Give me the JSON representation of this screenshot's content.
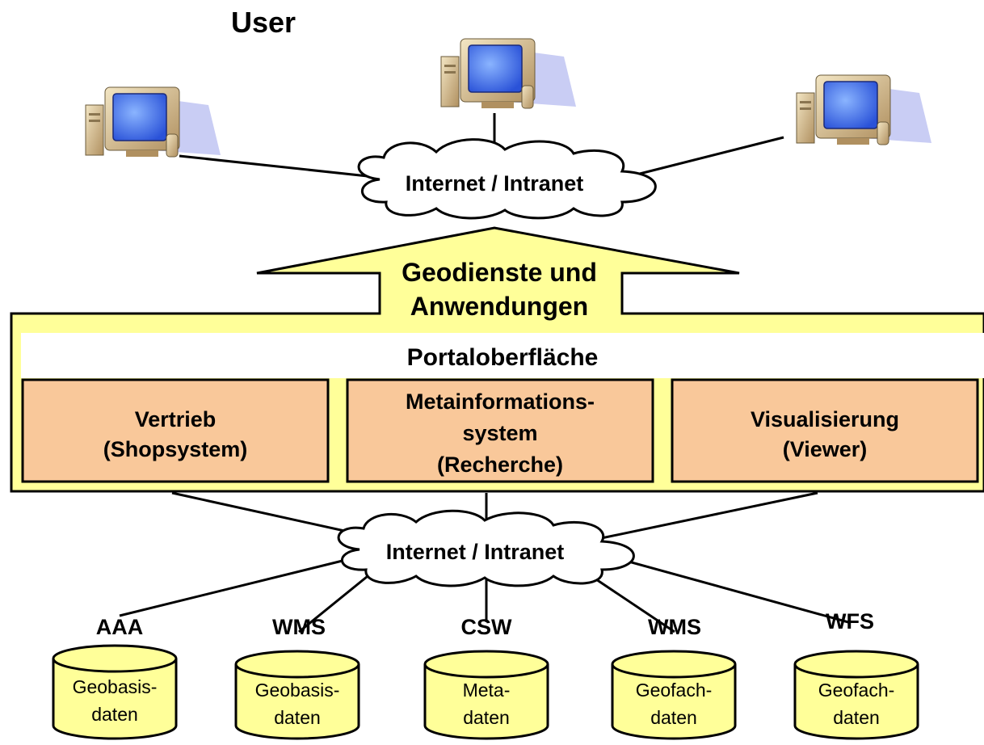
{
  "title": "User",
  "cloud_top_label": "Internet / Intranet",
  "cloud_bottom_label": "Internet / Intranet",
  "arrow_label_line1": "Geodienste und",
  "arrow_label_line2": "Anwendungen",
  "portal_label": "Portaloberfläche",
  "modules": [
    {
      "line1": "Vertrieb",
      "line2": "(Shopsystem)",
      "line3": ""
    },
    {
      "line1": "Metainformations-",
      "line2": "system",
      "line3": "(Recherche)"
    },
    {
      "line1": "Visualisierung",
      "line2": "(Viewer)",
      "line3": ""
    }
  ],
  "datastores": [
    {
      "service": "AAA",
      "line1": "Geobasis-",
      "line2": "daten"
    },
    {
      "service": "WMS",
      "line1": "Geobasis-",
      "line2": "daten"
    },
    {
      "service": "CSW",
      "line1": "Meta-",
      "line2": "daten"
    },
    {
      "service": "WMS",
      "line1": "Geofach-",
      "line2": "daten"
    },
    {
      "service": "WFS",
      "line1": "Geofach-",
      "line2": "daten"
    }
  ],
  "colors": {
    "portal_fill": "#ffff99",
    "module_fill": "#f9c89a",
    "db_fill": "#ffff99",
    "monitor_screen": "#3e6ff0",
    "monitor_case": "#c9b48a"
  }
}
